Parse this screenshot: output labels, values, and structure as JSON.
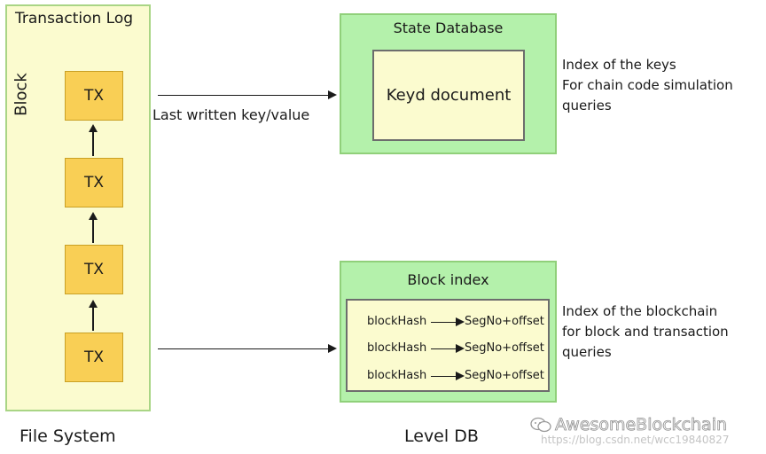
{
  "transaction_log": {
    "title": "Transaction Log",
    "block_label": "Block",
    "tx_items": [
      "TX",
      "TX",
      "TX",
      "TX"
    ]
  },
  "connector_top_label": "Last written key/value",
  "state_database": {
    "title": "State Database",
    "inner_label": "Keyd document",
    "notes": [
      "Index of the keys",
      "For chain code simulation",
      "queries"
    ]
  },
  "block_index": {
    "title": "Block index",
    "rows": [
      {
        "left": "blockHash",
        "right": "SegNo+offset"
      },
      {
        "left": "blockHash",
        "right": "SegNo+offset"
      },
      {
        "left": "blockHash",
        "right": "SegNo+offset"
      }
    ],
    "notes": [
      "Index of the blockchain",
      "for block and transaction",
      "queries"
    ]
  },
  "footer": {
    "file_system": "File System",
    "level_db": "Level DB"
  },
  "watermark": {
    "brand": "AwesomeBlockchain",
    "url": "https://blog.csdn.net/wcc19840827"
  },
  "colors": {
    "log_bg": "#fbfbcf",
    "tx_fill": "#f9cf55",
    "db_green": "#b4f1ab",
    "border_green": "#90d07a"
  }
}
